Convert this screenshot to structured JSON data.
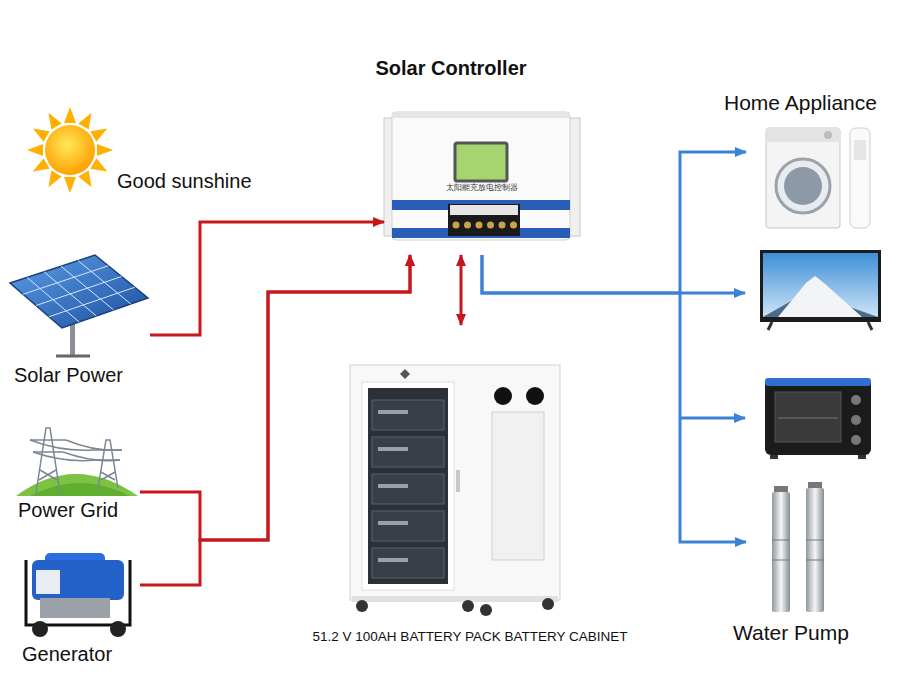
{
  "diagram": {
    "nodes": [
      {
        "text": [
          "Solar Power"
        ]
      },
      {
        "text": [
          "Power Grid"
        ]
      },
      {
        "text": [
          "Generator"
        ]
      },
      {
        "text": [
          "Solar Controller",
          "太阳能充放电控制器"
        ]
      },
      {
        "text": [
          "51.2 V 100AH BATTERY PACK BATTERY CABINET"
        ]
      },
      {
        "text": [
          "Home Appliance"
        ]
      },
      {
        "text": [
          "Water Pump"
        ]
      }
    ],
    "edges": [
      {
        "from": 0,
        "to": 3,
        "arrow": "to"
      },
      {
        "from": 1,
        "to": 3,
        "arrow": "to"
      },
      {
        "from": 2,
        "to": 3,
        "arrow": "to"
      },
      {
        "from": 3,
        "to": 4,
        "arrow": "both"
      },
      {
        "from": 3,
        "to": 5,
        "arrow": "to"
      },
      {
        "from": 3,
        "to": 6,
        "arrow": "to"
      }
    ],
    "labels": [
      "Good sunshine"
    ]
  }
}
